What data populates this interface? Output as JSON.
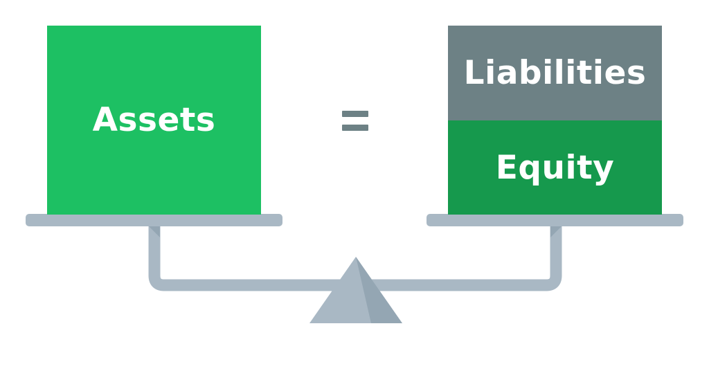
{
  "diagram": {
    "left_side": {
      "label": "Assets",
      "color": "#1dc063"
    },
    "equals_sign": {
      "icon": "equals-icon",
      "color": "#6d8185"
    },
    "right_side": {
      "top_label": "Liabilities",
      "top_color": "#6d8185",
      "bottom_label": "Equity",
      "bottom_color": "#16994d"
    },
    "scale": {
      "icon": "balance-scale-icon",
      "color": "#a9b8c4",
      "shade_color": "#94a6b3"
    }
  }
}
